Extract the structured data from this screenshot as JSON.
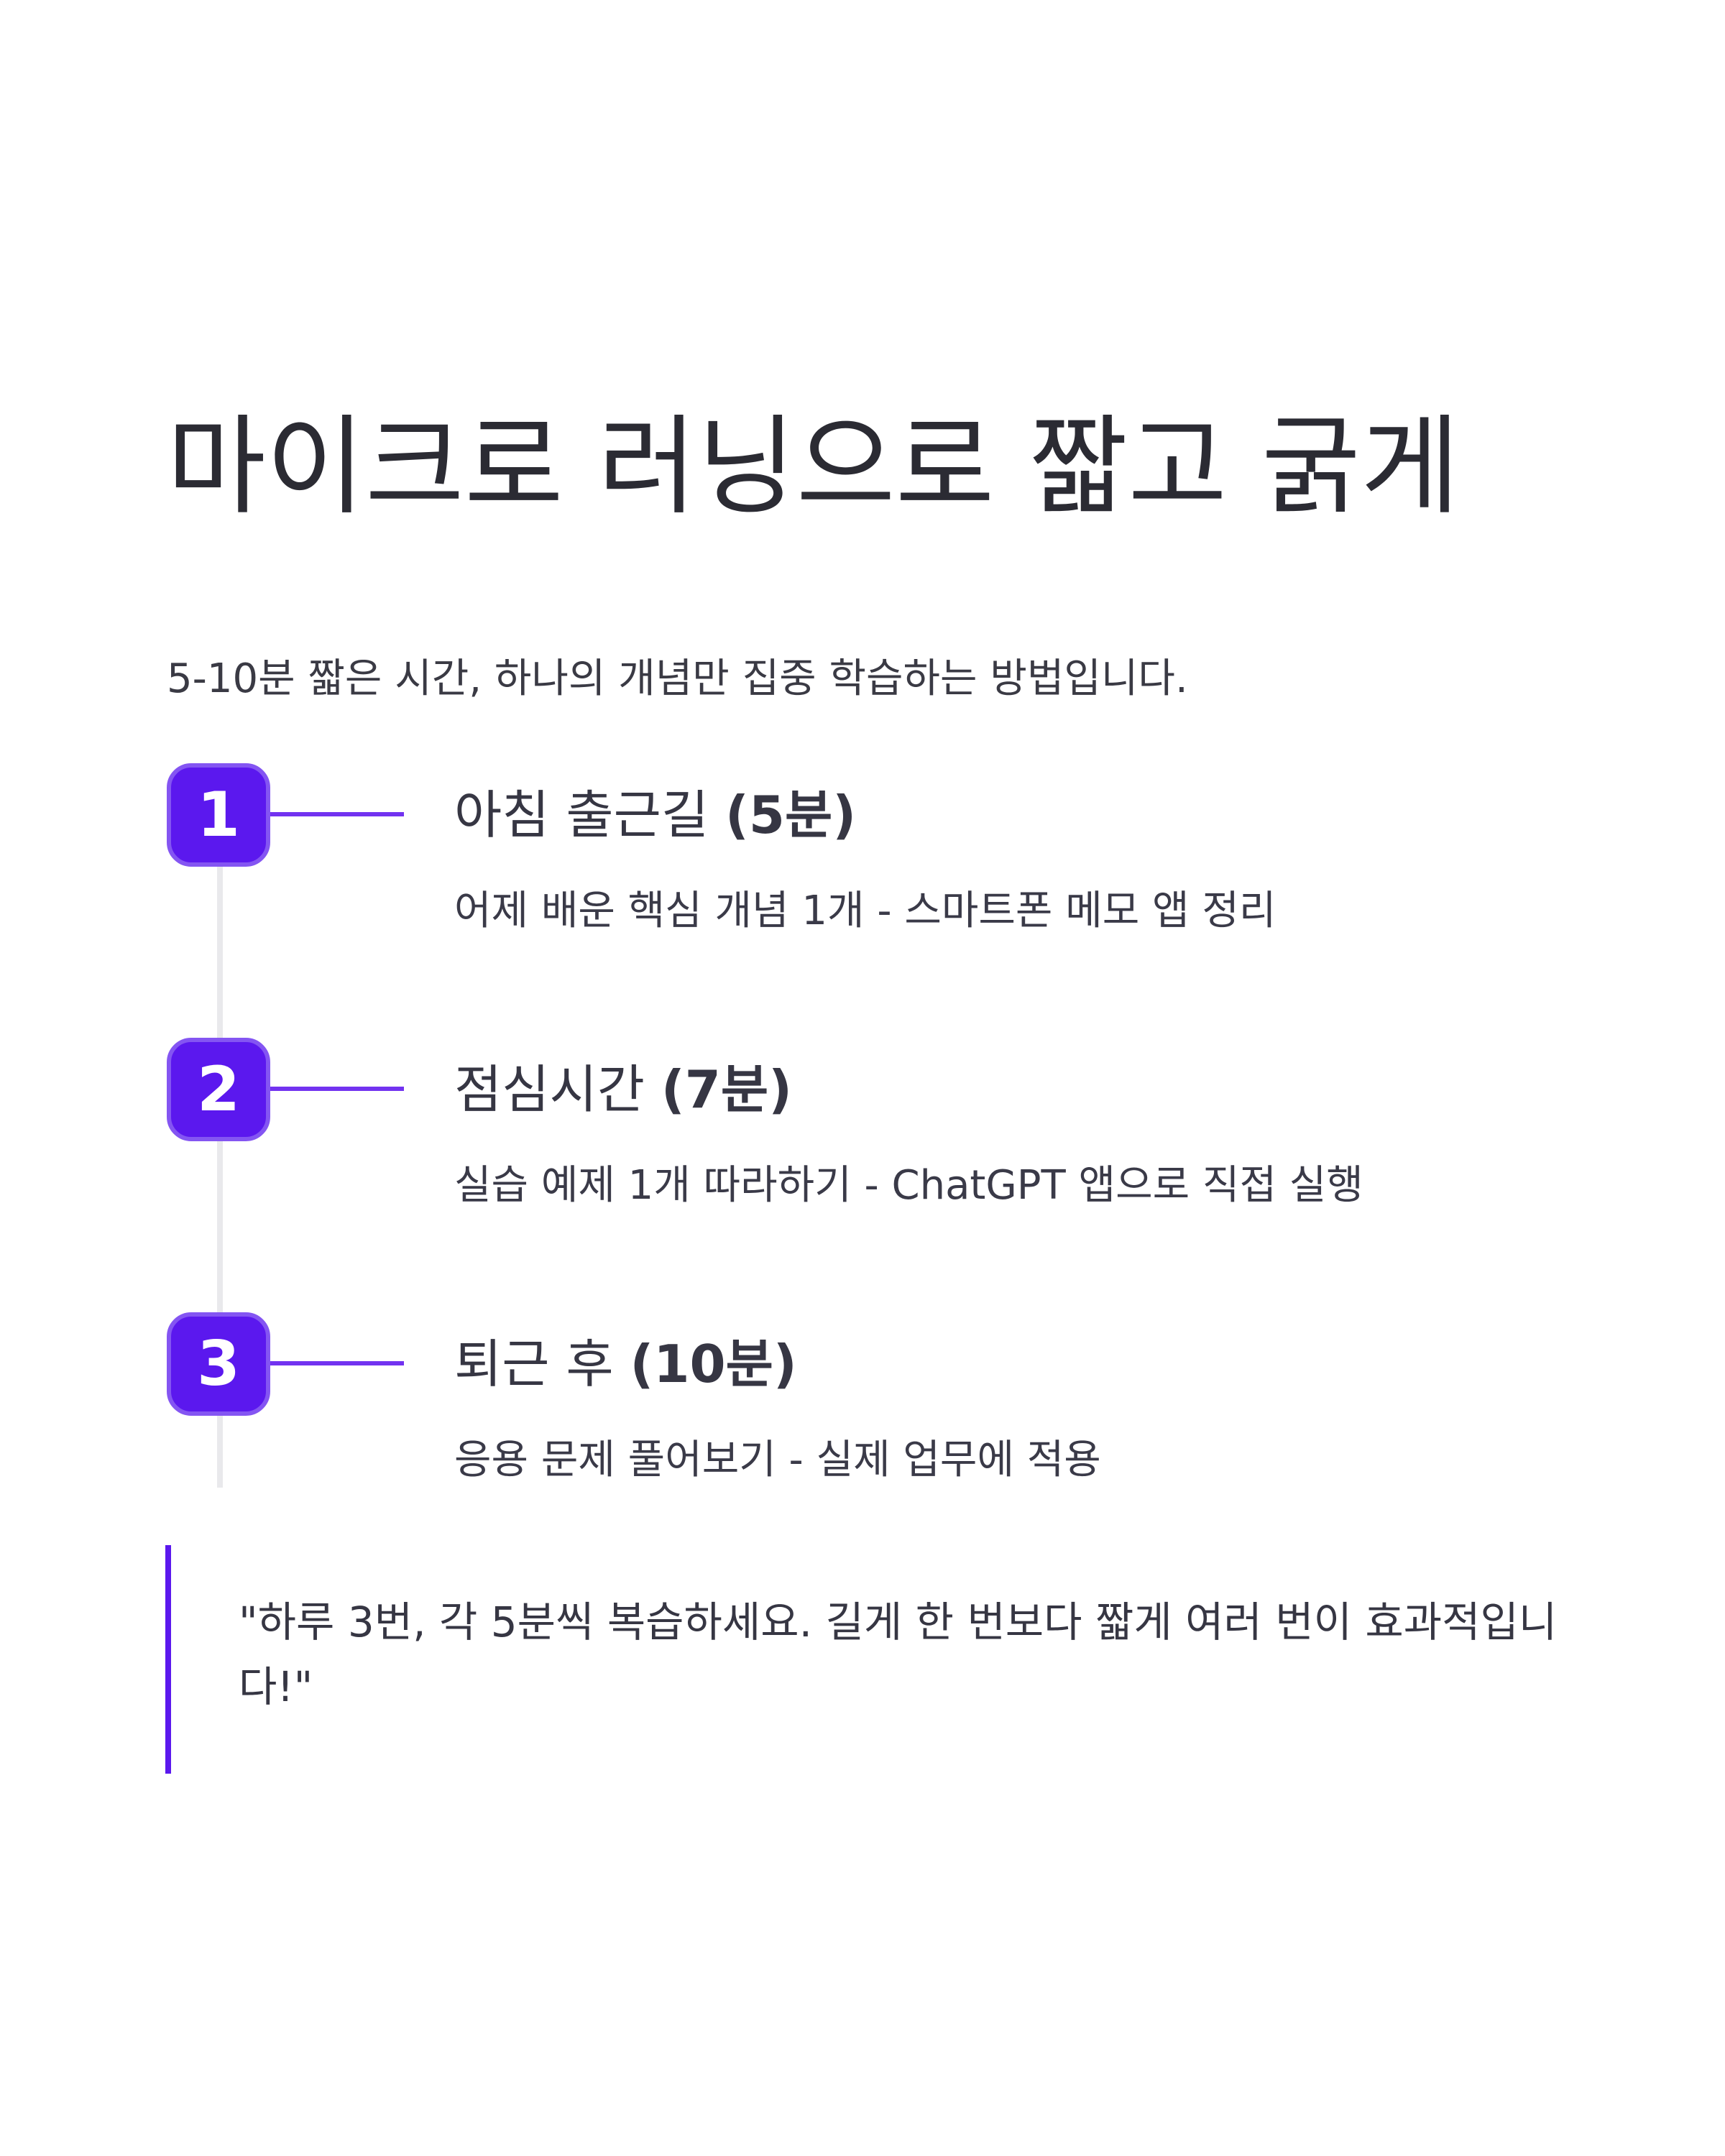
{
  "title": "마이크로 러닝으로 짧고 굵게",
  "subtitle": "5-10분 짧은 시간, 하나의 개념만 집중 학습하는 방법입니다.",
  "colors": {
    "accent": "#5b18ee",
    "badge_border": "#8455f2",
    "connector": "#7232f0",
    "timeline": "#e9e9ec",
    "text": "#2b2b33"
  },
  "steps": [
    {
      "number": "1",
      "title": "아침 출근길",
      "duration": "(5분)",
      "description": "어제 배운 핵심 개념 1개 - 스마트폰 메모 앱 정리"
    },
    {
      "number": "2",
      "title": "점심시간",
      "duration": "(7분)",
      "description": "실습 예제 1개 따라하기 - ChatGPT 앱으로 직접 실행"
    },
    {
      "number": "3",
      "title": "퇴근 후",
      "duration": "(10분)",
      "description": "응용 문제 풀어보기 - 실제 업무에 적용"
    }
  ],
  "quote": "\"하루 3번, 각 5분씩 복습하세요. 길게 한 번보다 짧게 여러 번이 효과적입니다!\""
}
